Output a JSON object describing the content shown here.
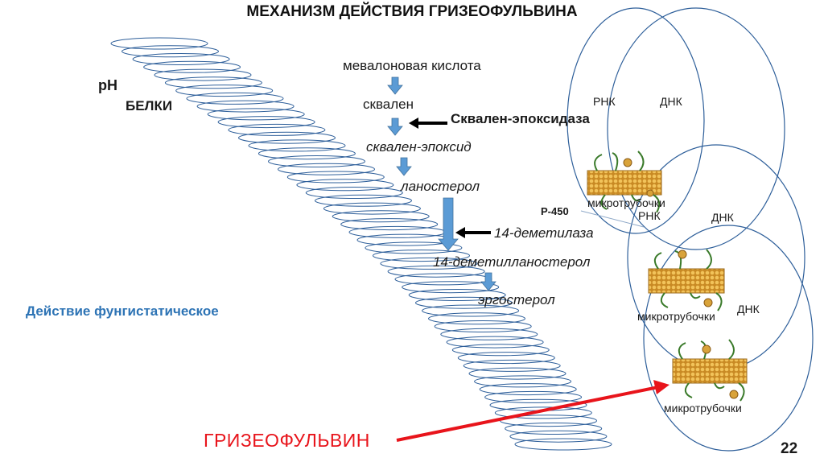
{
  "title": "МЕХАНИЗМ ДЕЙСТВИЯ ГРИЗЕОФУЛЬВИНА",
  "left_labels": {
    "ph": "pH",
    "proteins": "БЕЛКИ"
  },
  "pathway": [
    {
      "text": "мевалоновая кислота"
    },
    {
      "text": "сквален"
    },
    {
      "text": "сквален-эпоксид"
    },
    {
      "text": "ланостерол"
    },
    {
      "text": "14-деметилланостерол"
    },
    {
      "text": "эргостерол"
    }
  ],
  "enzymes": {
    "squalene_epoxidase": "Сквален-эпоксидаза",
    "demethylase": "14-деметилаза",
    "p450": "Р-450"
  },
  "action_label": "Действие фунгистатическое",
  "drug_label": "ГРИЗЕОФУЛЬВИН",
  "cell_labels": {
    "rna_1": "РНК",
    "dna_1": "ДНК",
    "rna_2": "РНК",
    "dna_2": "ДНК",
    "dna_3": "ДНК",
    "micro_1": "микротрубочки",
    "micro_2": "микротрубочки",
    "micro_3": "микротрубочки"
  },
  "page_number": "22",
  "colors": {
    "coil": "#2e5f9a",
    "pathway_arrow": "#5b9bd5",
    "enzyme_arrow": "#000000",
    "drug_arrow": "#e8141b",
    "action_text": "#2e74b5",
    "microtubule": "#d9a33a",
    "strand": "#3a7a2a"
  }
}
